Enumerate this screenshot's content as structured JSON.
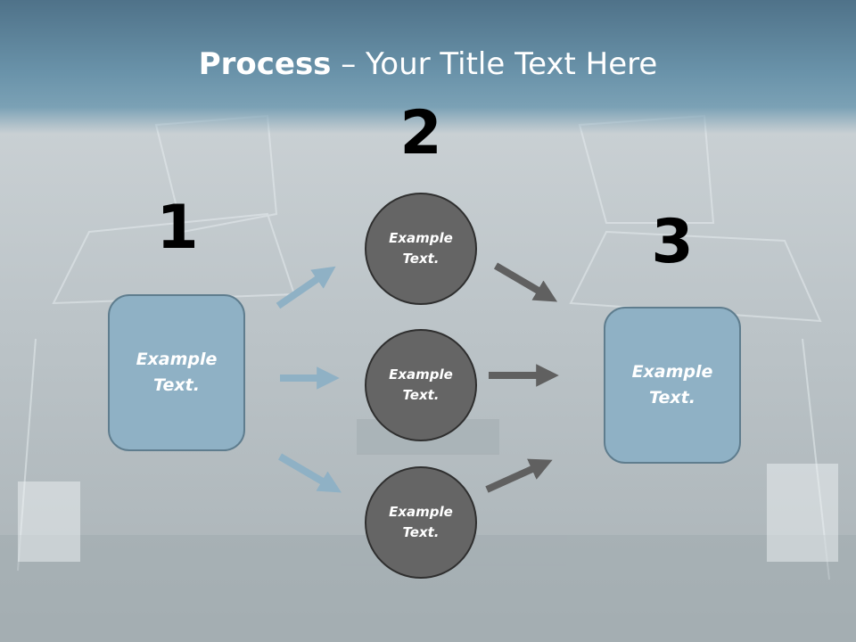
{
  "slide": {
    "title_bold": "Process",
    "title_rest": " – Your Title Text Here"
  },
  "steps": {
    "one": {
      "number": "1",
      "label": "Example\nText."
    },
    "two": {
      "number": "2"
    },
    "three": {
      "number": "3",
      "label": "Example\nText."
    }
  },
  "circles": [
    {
      "label": "Example\nText."
    },
    {
      "label": "Example\nText."
    },
    {
      "label": "Example\nText."
    }
  ],
  "colors": {
    "box_fill": "#8fb1c5",
    "circle_fill": "#656565",
    "arrow_blue": "#8fb1c5",
    "arrow_gray": "#606060",
    "title_bar": "#6a93aa"
  }
}
